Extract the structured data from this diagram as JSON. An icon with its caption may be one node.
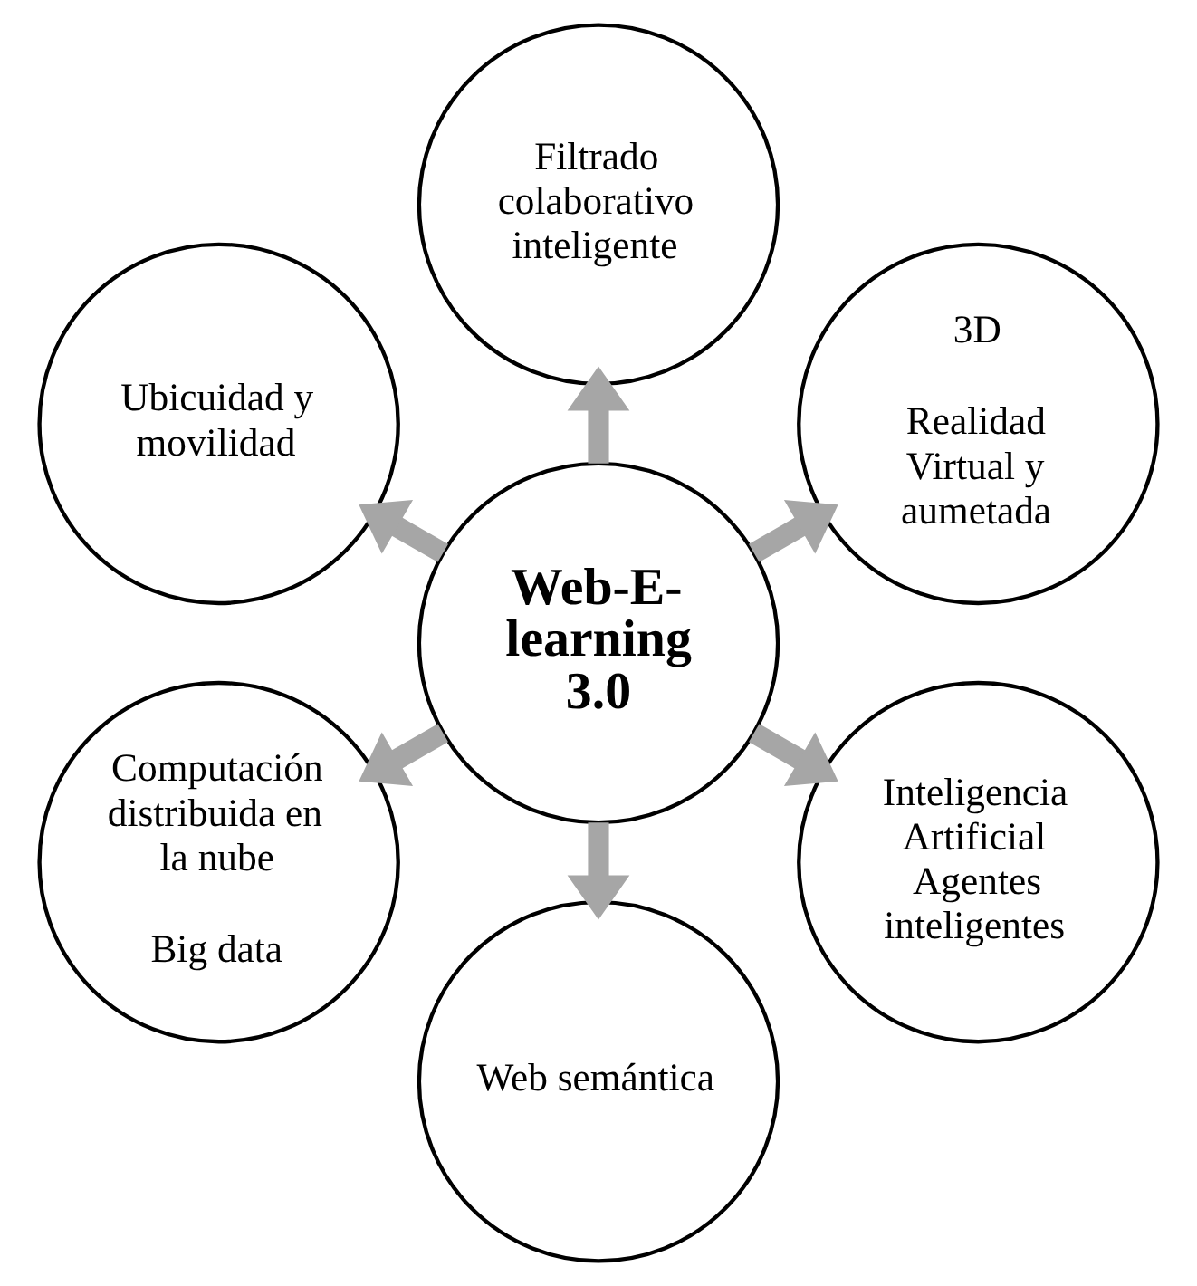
{
  "diagram": {
    "nodes": [
      {
        "text": [
          "Web-E-learning 3.0"
        ]
      },
      {
        "text": [
          "3D",
          "Realidad Virtual y aumetada"
        ]
      },
      {
        "text": [
          "Filtrado colaborativo inteligente"
        ]
      },
      {
        "text": [
          "Ubicuidad y movilidad"
        ]
      },
      {
        "text": [
          "Computación distribuida en la nube",
          "Big data"
        ]
      },
      {
        "text": [
          "Web semántica"
        ]
      },
      {
        "text": [
          "Inteligencia Artificial Agentes inteligentes"
        ]
      }
    ],
    "edges": [
      {
        "from": 0,
        "to": 1,
        "arrow": "to"
      },
      {
        "from": 0,
        "to": 2,
        "arrow": "to"
      },
      {
        "from": 0,
        "to": 3,
        "arrow": "to"
      },
      {
        "from": 0,
        "to": 4,
        "arrow": "to"
      },
      {
        "from": 0,
        "to": 5,
        "arrow": "to"
      },
      {
        "from": 0,
        "to": 6,
        "arrow": "to"
      }
    ]
  }
}
